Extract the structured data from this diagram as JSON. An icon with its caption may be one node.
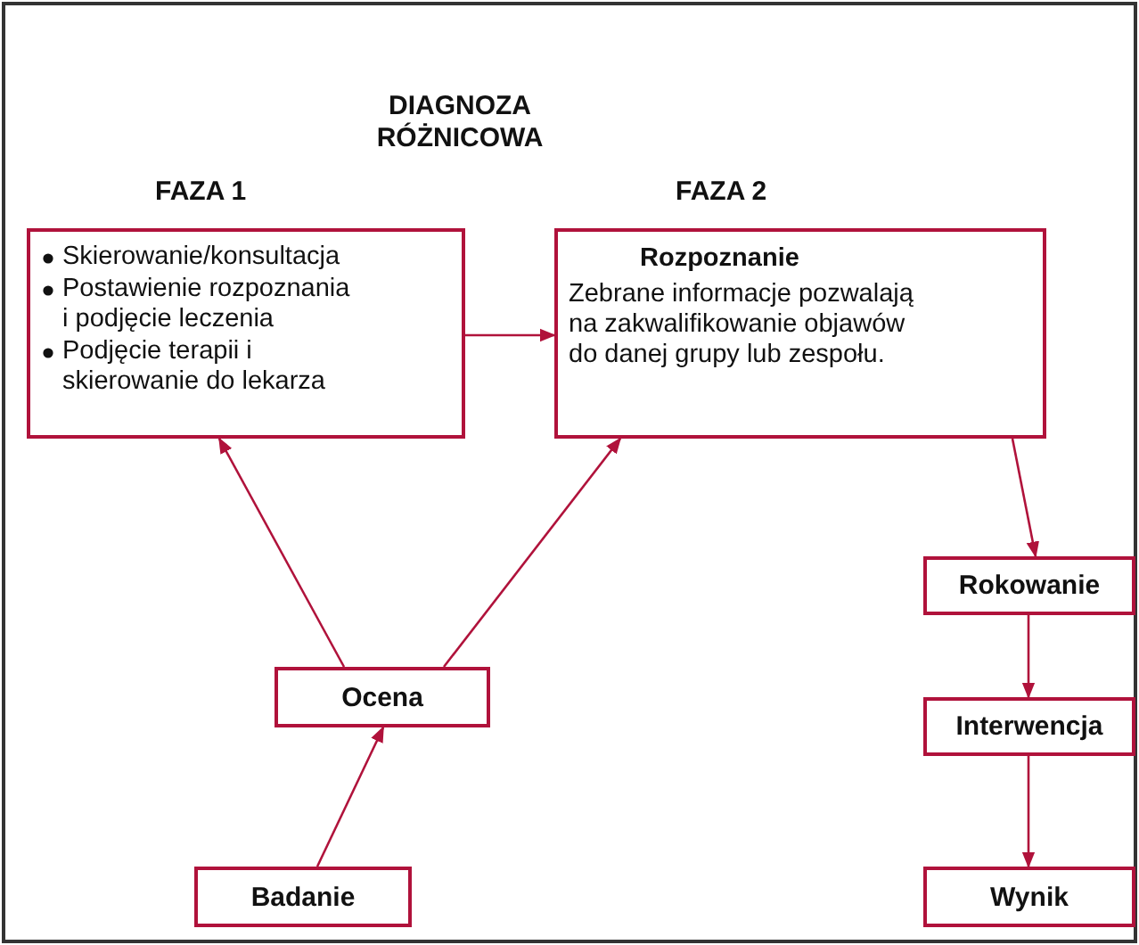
{
  "diagram": {
    "title": "DIAGNOZA RÓŻNICOWA",
    "nodes": [
      {
        "text": [
          "Skierowanie/konsultacja",
          "Postawienie rozpoznania i podjęcie leczenia",
          "Podjęcie terapii i skierowanie do lekarza"
        ]
      },
      {
        "text": [
          "Rozpoznanie",
          "Zebrane informacje pozwalają na zakwalifikowanie objawów do danej grupy lub zespołu."
        ]
      },
      {
        "text": [
          "Ocena"
        ]
      },
      {
        "text": [
          "Badanie"
        ]
      },
      {
        "text": [
          "Rokowanie"
        ]
      },
      {
        "text": [
          "Interwencja"
        ]
      },
      {
        "text": [
          "Wynik"
        ]
      }
    ],
    "edges": [
      {
        "from": 3,
        "to": 2,
        "arrow": "to"
      },
      {
        "from": 2,
        "to": 0,
        "arrow": "to"
      },
      {
        "from": 2,
        "to": 1,
        "arrow": "to"
      },
      {
        "from": 0,
        "to": 1,
        "arrow": "to"
      },
      {
        "from": 1,
        "to": 4,
        "arrow": "to"
      },
      {
        "from": 4,
        "to": 5,
        "arrow": "to"
      },
      {
        "from": 5,
        "to": 6,
        "arrow": "to"
      }
    ],
    "labels": [
      "FAZA 1",
      "FAZA 2"
    ]
  }
}
